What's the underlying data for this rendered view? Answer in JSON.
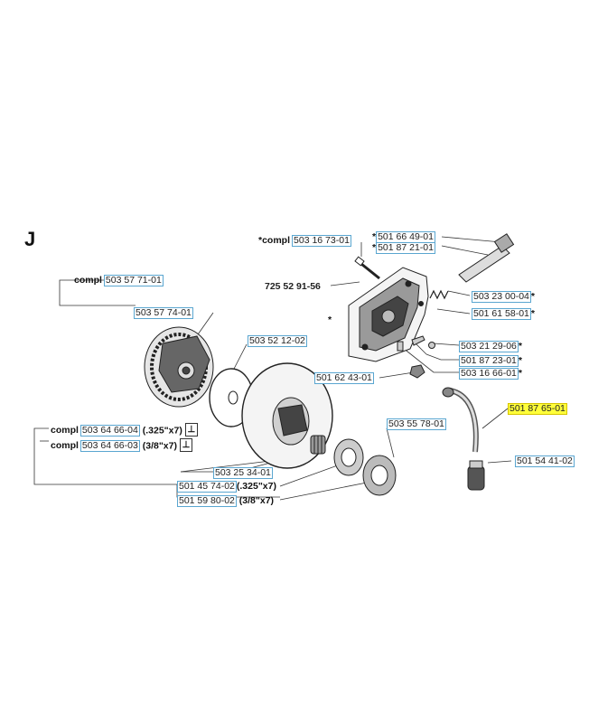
{
  "section": "J",
  "tool_glyph": "⊥",
  "labels": {
    "l1": {
      "pre": "*compl",
      "pn": "503 16 73-01",
      "suf": ""
    },
    "l2": {
      "pre": "*",
      "pn": "501 66 49-01",
      "suf": ""
    },
    "l3": {
      "pre": "*",
      "pn": "501 87 21-01",
      "suf": ""
    },
    "l4": {
      "pre": "compl",
      "pn": "503 57 71-01",
      "suf": ""
    },
    "l5": {
      "pre": "",
      "pn": "725 52 91-56",
      "suf": ""
    },
    "l6": {
      "pre": "",
      "pn": "503 23 00-04",
      "suf": "*"
    },
    "l7": {
      "pre": "",
      "pn": "501 61 58-01",
      "suf": "*"
    },
    "l8": {
      "pre": "",
      "pn": "503 57 74-01",
      "suf": ""
    },
    "l9": {
      "pre": "",
      "pn": "503 52 12-02",
      "suf": ""
    },
    "l10": {
      "pre": "",
      "pn": "503 21 29-06",
      "suf": "*"
    },
    "l11": {
      "pre": "",
      "pn": "501 87 23-01",
      "suf": "*"
    },
    "l12": {
      "pre": "",
      "pn": "503 16 66-01",
      "suf": "*"
    },
    "l13": {
      "pre": "",
      "pn": "501 62 43-01",
      "suf": ""
    },
    "l14": {
      "pre": "",
      "pn": "501 87 65-01",
      "suf": ""
    },
    "l15": {
      "pre": "",
      "pn": "503 55 78-01",
      "suf": ""
    },
    "l16": {
      "pre": "compl",
      "pn": "503 64 66-04",
      "suf": " (.325\"x7)"
    },
    "l17": {
      "pre": "compl",
      "pn": "503 64 66-03",
      "suf": " (3/8\"x7)"
    },
    "l18": {
      "pre": "",
      "pn": "501 54 41-02",
      "suf": ""
    },
    "l19": {
      "pre": "",
      "pn": "503 25 34-01",
      "suf": ""
    },
    "l20": {
      "pre": "",
      "pn": "501 45 74-02",
      "suf": "(.325\"x7)"
    },
    "l21": {
      "pre": "",
      "pn": "501 59 80-02",
      "suf": " (3/8\"x7)"
    }
  },
  "misc": {
    "ast_left": "*"
  },
  "colors": {
    "highlight": "#ffff3a",
    "label_border": "#5aa6d0"
  }
}
